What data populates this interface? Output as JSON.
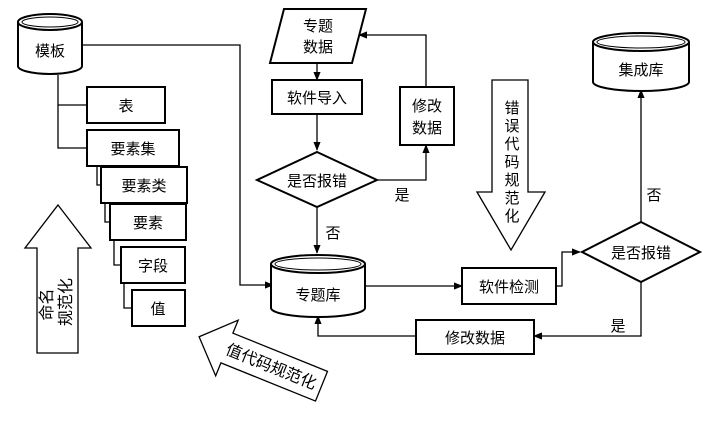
{
  "nodes": {
    "template": "模板",
    "table": "表",
    "feature_set": "要素集",
    "feature_class": "要素类",
    "feature": "要素",
    "field": "字段",
    "value": "值",
    "topic_data_line1": "专题",
    "topic_data_line2": "数据",
    "software_import": "软件导入",
    "error_check_1": "是否报错",
    "modify_data_line1": "修改",
    "modify_data_line2": "数据",
    "topic_db": "专题库",
    "software_detect": "软件检测",
    "error_check_2": "是否报错",
    "integration_db": "集成库",
    "modify_data_bottom": "修改数据"
  },
  "edge_labels": {
    "yes_1": "是",
    "no_1": "否",
    "no_2": "否",
    "yes_2": "是"
  },
  "arrows": {
    "naming_line1": "命名",
    "naming_line2": "规范化",
    "error_code": [
      "错",
      "误",
      "代",
      "码",
      "规",
      "范",
      "化"
    ],
    "value_code": "值代码规范化"
  }
}
